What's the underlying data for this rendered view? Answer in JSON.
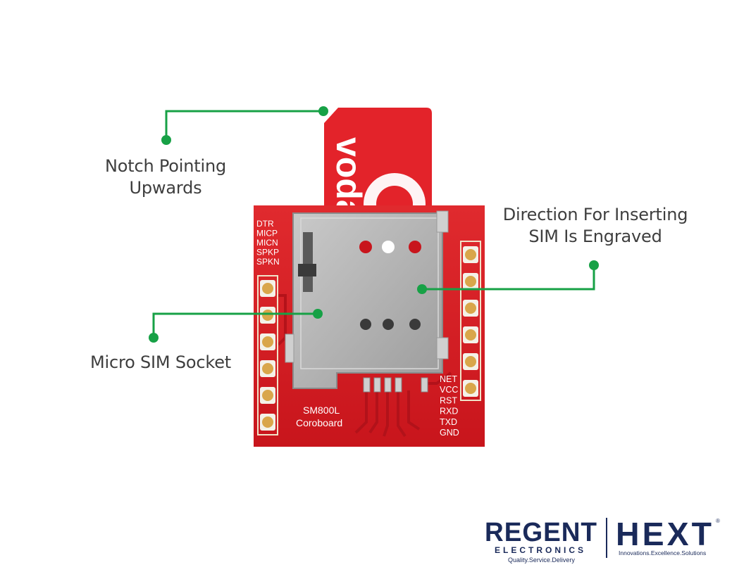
{
  "callouts": {
    "notch": "Notch Pointing\nUpwards",
    "direction": "Direction For Inserting\nSIM Is Engraved",
    "socket": "Micro SIM Socket"
  },
  "sim_card": {
    "brand_text": "voda"
  },
  "board": {
    "chip_label": "SM800L",
    "board_label": "Coroboard",
    "left_pins": [
      "DTR",
      "MICP",
      "MICN",
      "SPKP",
      "SPKN"
    ],
    "right_pins": [
      "NET",
      "VCC",
      "RST",
      "RXD",
      "TXD",
      "GND"
    ]
  },
  "logo": {
    "regent": "REGENT",
    "electronics": "ELECTRONICS",
    "regent_tagline": "Quality.Service.Delivery",
    "hext": "HEXT",
    "hext_tagline": "Innovations.Excellence.Solutions",
    "registered": "®"
  },
  "colors": {
    "callout_line": "#17a146",
    "pcb_red": "#d81c24",
    "sim_red": "#e3232a",
    "navy": "#1a2a5a"
  }
}
